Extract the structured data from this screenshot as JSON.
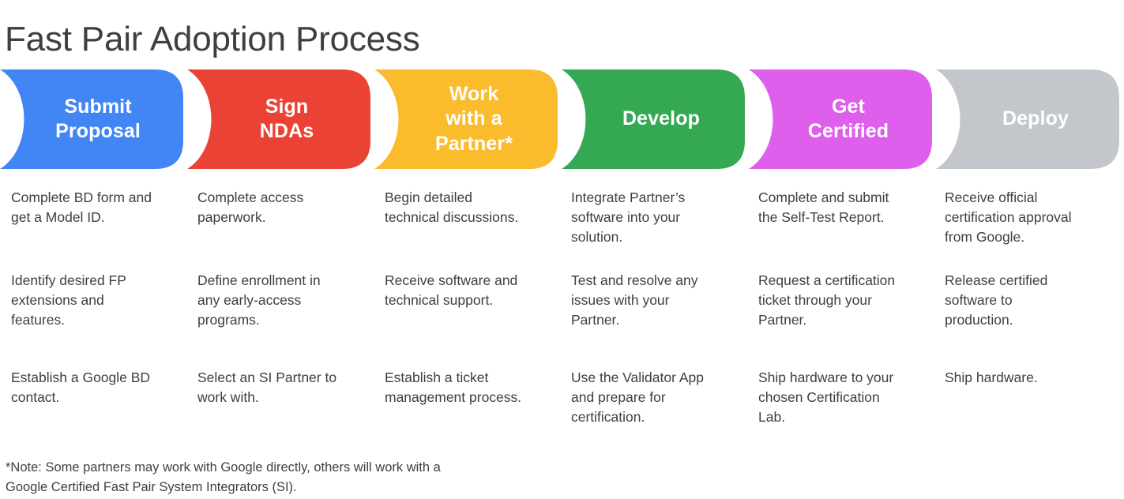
{
  "page": {
    "title": "Fast Pair Adoption Process",
    "background_color": "#ffffff",
    "text_color": "#3c4043"
  },
  "stages": [
    {
      "label": "Submit\nProposal",
      "color": "#4285F4",
      "name": "submit-proposal",
      "bullets": [
        "Complete BD form and\nget a Model ID.",
        "Identify desired FP\nextensions and\nfeatures.",
        "Establish a Google BD\ncontact."
      ]
    },
    {
      "label": "Sign\nNDAs",
      "color": "#EA4335",
      "name": "sign-ndas",
      "bullets": [
        "Complete access\npaperwork.",
        "Define enrollment in\nany early-access\nprograms.",
        "Select an SI Partner to\nwork with."
      ]
    },
    {
      "label": "Work\nwith a\nPartner*",
      "color": "#FABC2D",
      "name": "work-with-a-partner",
      "bullets": [
        "Begin detailed\ntechnical discussions.",
        "Receive software and\ntechnical support.",
        "Establish a ticket\nmanagement process."
      ]
    },
    {
      "label": "Develop",
      "color": "#34A853",
      "name": "develop",
      "bullets": [
        "Integrate Partner’s\nsoftware into your\nsolution.",
        "Test and resolve any\nissues with your\nPartner.",
        "Use the Validator App\nand prepare for\ncertification."
      ]
    },
    {
      "label": "Get\nCertified",
      "color": "#DD5FEC",
      "name": "get-certified",
      "bullets": [
        "Complete and submit\nthe Self-Test Report.",
        "Request a certification\nticket through your\nPartner.",
        "Ship hardware to your\nchosen Certification\nLab."
      ]
    },
    {
      "label": "Deploy",
      "color": "#C3C6CB",
      "name": "deploy",
      "bullets": [
        "Receive official\ncertification approval\nfrom Google.",
        "Release certified\nsoftware to\nproduction.",
        "Ship hardware."
      ]
    }
  ],
  "footnote": "*Note: Some partners may work with Google directly, others will work with a\nGoogle Certified Fast Pair System Integrators (SI)."
}
